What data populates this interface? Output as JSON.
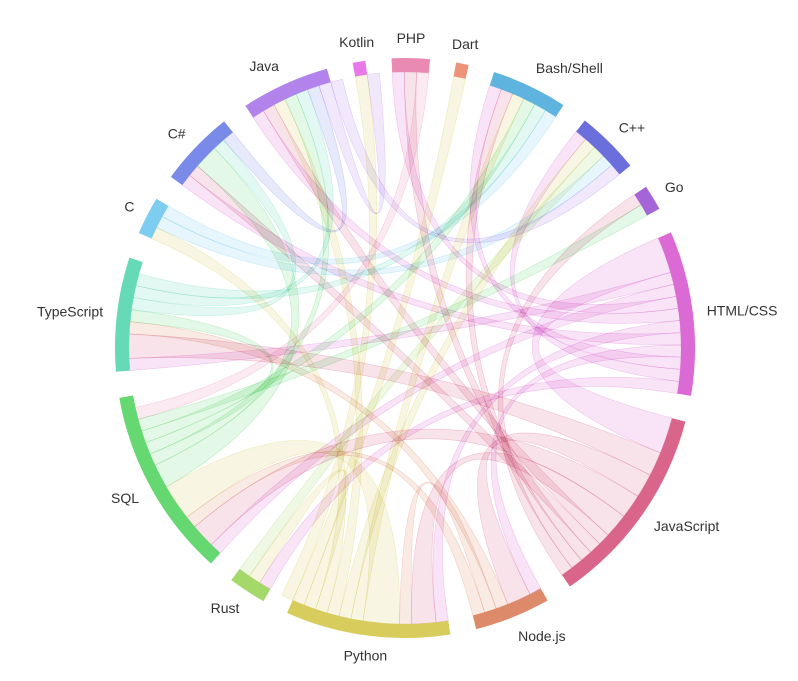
{
  "chart_data": {
    "type": "chord",
    "title": "",
    "groups": [
      {
        "name": "HTML/CSS",
        "value": 13,
        "color": "#db6ad4"
      },
      {
        "name": "JavaScript",
        "value": 16,
        "color": "#d9668a"
      },
      {
        "name": "Node.js",
        "value": 6,
        "color": "#dc8a6a"
      },
      {
        "name": "Python",
        "value": 13,
        "color": "#d8cc5c"
      },
      {
        "name": "Rust",
        "value": 3,
        "color": "#a4d96a"
      },
      {
        "name": "SQL",
        "value": 15,
        "color": "#66d872"
      },
      {
        "name": "TypeScript",
        "value": 9,
        "color": "#66d9b7"
      },
      {
        "name": "C",
        "value": 3,
        "color": "#7ccdf0"
      },
      {
        "name": "C#",
        "value": 6,
        "color": "#7a8ae8"
      },
      {
        "name": "Java",
        "value": 7,
        "color": "#b283ea"
      },
      {
        "name": "Kotlin",
        "value": 1,
        "color": "#e979e8"
      },
      {
        "name": "PHP",
        "value": 3,
        "color": "#e98ab3"
      },
      {
        "name": "Dart",
        "value": 1,
        "color": "#ec9379"
      },
      {
        "name": "Bash/Shell",
        "value": 6,
        "color": "#5fb3df"
      },
      {
        "name": "C++",
        "value": 5,
        "color": "#6a6fdc"
      },
      {
        "name": "Go",
        "value": 2,
        "color": "#a565d8"
      }
    ],
    "chords": [
      [
        "HTML/CSS",
        "JavaScript",
        3
      ],
      [
        "HTML/CSS",
        "TypeScript",
        1
      ],
      [
        "HTML/CSS",
        "SQL",
        1
      ],
      [
        "HTML/CSS",
        "PHP",
        1
      ],
      [
        "HTML/CSS",
        "Java",
        1
      ],
      [
        "HTML/CSS",
        "Python",
        1
      ],
      [
        "HTML/CSS",
        "C#",
        1
      ],
      [
        "HTML/CSS",
        "Node.js",
        1
      ],
      [
        "HTML/CSS",
        "Bash/Shell",
        1
      ],
      [
        "HTML/CSS",
        "C++",
        1
      ],
      [
        "HTML/CSS",
        "Rust",
        1
      ],
      [
        "JavaScript",
        "TypeScript",
        2
      ],
      [
        "JavaScript",
        "Node.js",
        2
      ],
      [
        "JavaScript",
        "SQL",
        2
      ],
      [
        "JavaScript",
        "Python",
        2
      ],
      [
        "JavaScript",
        "Java",
        1
      ],
      [
        "JavaScript",
        "C#",
        1
      ],
      [
        "JavaScript",
        "PHP",
        1
      ],
      [
        "JavaScript",
        "Bash/Shell",
        1
      ],
      [
        "JavaScript",
        "Go",
        1
      ],
      [
        "Node.js",
        "TypeScript",
        1
      ],
      [
        "Node.js",
        "Python",
        1
      ],
      [
        "Node.js",
        "SQL",
        1
      ],
      [
        "Python",
        "SQL",
        3
      ],
      [
        "Python",
        "Bash/Shell",
        1
      ],
      [
        "Python",
        "C++",
        1
      ],
      [
        "Python",
        "Java",
        1
      ],
      [
        "Python",
        "C",
        1
      ],
      [
        "Python",
        "Rust",
        1
      ],
      [
        "Python",
        "Dart",
        1
      ],
      [
        "Python",
        "Kotlin",
        1
      ],
      [
        "Rust",
        "C++",
        1
      ],
      [
        "SQL",
        "C#",
        2
      ],
      [
        "SQL",
        "Java",
        1
      ],
      [
        "SQL",
        "TypeScript",
        1
      ],
      [
        "SQL",
        "Bash/Shell",
        1
      ],
      [
        "SQL",
        "Go",
        1
      ],
      [
        "TypeScript",
        "C#",
        1
      ],
      [
        "TypeScript",
        "Java",
        1
      ],
      [
        "TypeScript",
        "Bash/Shell",
        1
      ],
      [
        "C",
        "C++",
        1
      ],
      [
        "C",
        "Bash/Shell",
        1
      ],
      [
        "C#",
        "Java",
        1
      ],
      [
        "Java",
        "Kotlin",
        1
      ],
      [
        "Java",
        "C++",
        1
      ],
      [
        "PHP",
        "SQL",
        1
      ]
    ]
  }
}
